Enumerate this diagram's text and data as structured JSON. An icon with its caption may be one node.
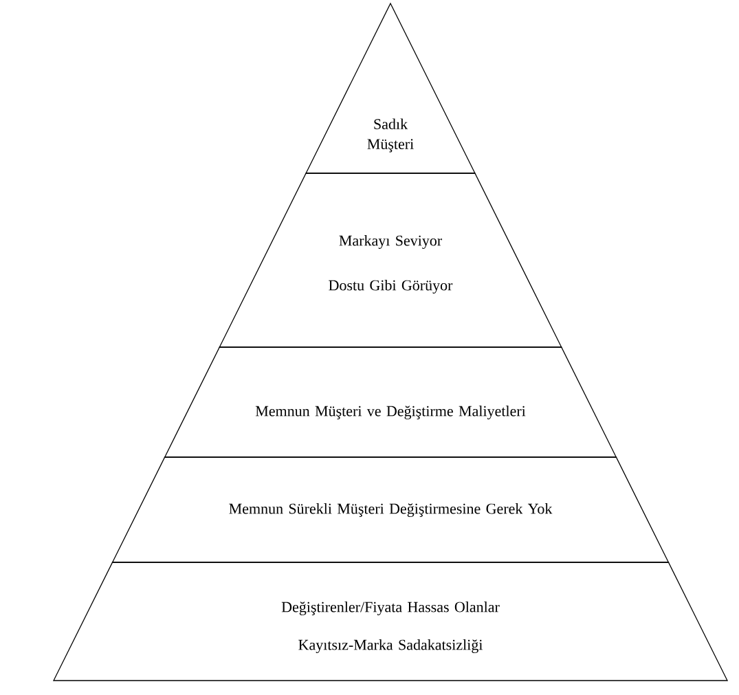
{
  "diagram": {
    "nodes": [
      {
        "text": [
          "Sadık Müşteri"
        ]
      },
      {
        "text": [
          "Markayı Seviyor",
          "Dostu Gibi Görüyor"
        ]
      },
      {
        "text": [
          "Memnun Müşteri ve Değiştirme Maliyetleri"
        ]
      },
      {
        "text": [
          "Memnun Sürekli Müşteri Değiştirmesine Gerek Yok"
        ]
      },
      {
        "text": [
          "Değiştirenler/Fiyata Hassas Olanlar",
          "Kayıtsız-Marka Sadakatsizliği"
        ]
      }
    ]
  }
}
